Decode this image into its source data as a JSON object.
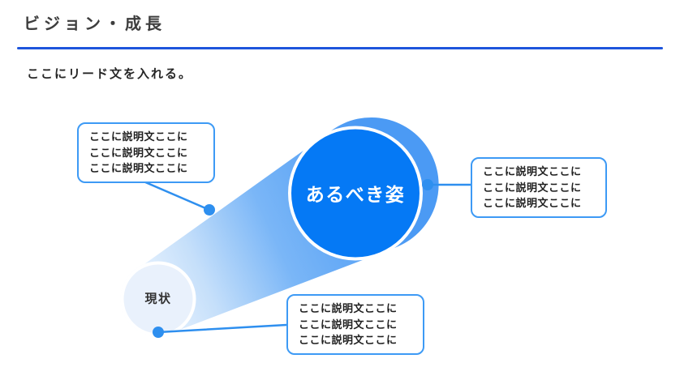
{
  "header": {
    "title": "ビジョン・成長"
  },
  "lead": {
    "text": "ここにリード文を入れる。"
  },
  "diagram": {
    "goal_circle": {
      "label": "あるべき姿"
    },
    "current_circle": {
      "label": "現状"
    }
  },
  "callouts": {
    "left": {
      "lines": [
        "ここに説明文ここに",
        "ここに説明文ここに",
        "ここに説明文ここに"
      ]
    },
    "right": {
      "lines": [
        "ここに説明文ここに",
        "ここに説明文ここに",
        "ここに説明文ここに"
      ]
    },
    "bottom": {
      "lines": [
        "ここに説明文ここに",
        "ここに説明文ここに",
        "ここに説明文ここに"
      ]
    }
  },
  "colors": {
    "header_rule": "#1e55dc",
    "title_text": "#3d3d3d",
    "body_text": "#1f1f1f",
    "goal_fill": "#0579f5",
    "goal_text": "#ffffff",
    "current_fill": "#e9f1fc",
    "circle_ring": "#ffffff",
    "cone_start": "#eef6ff",
    "cone_mid1": "#c5dffa",
    "cone_mid2": "#7ab6f7",
    "cone_end": "#4b9af4",
    "callout_border": "#3d9af5",
    "connector": "#2e8fef"
  }
}
